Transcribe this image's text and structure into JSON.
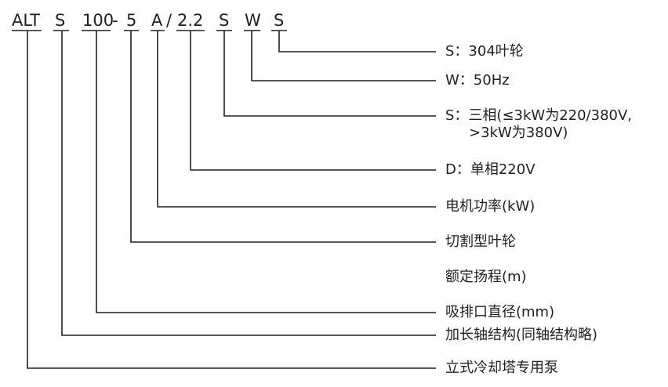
{
  "model_code": {
    "segments": [
      "ALT",
      "S",
      "100",
      "-",
      "5",
      "A",
      "/",
      "2.2",
      "S",
      "W",
      "S"
    ]
  },
  "descriptions": [
    {
      "label": "S：304叶轮"
    },
    {
      "label": "W：50Hz"
    },
    {
      "label": "S：三相(≤3kW为220/380V,",
      "sub": ">3kW为380V)"
    },
    {
      "label": "D：单相220V"
    },
    {
      "label": "电机功率(kW)"
    },
    {
      "label": "切割型叶轮"
    },
    {
      "label": "额定扬程(m)"
    },
    {
      "label": "吸排口直径(mm)"
    },
    {
      "label": "加长轴结构(同轴结构略)"
    },
    {
      "label": "立式冷却塔专用泵"
    }
  ]
}
